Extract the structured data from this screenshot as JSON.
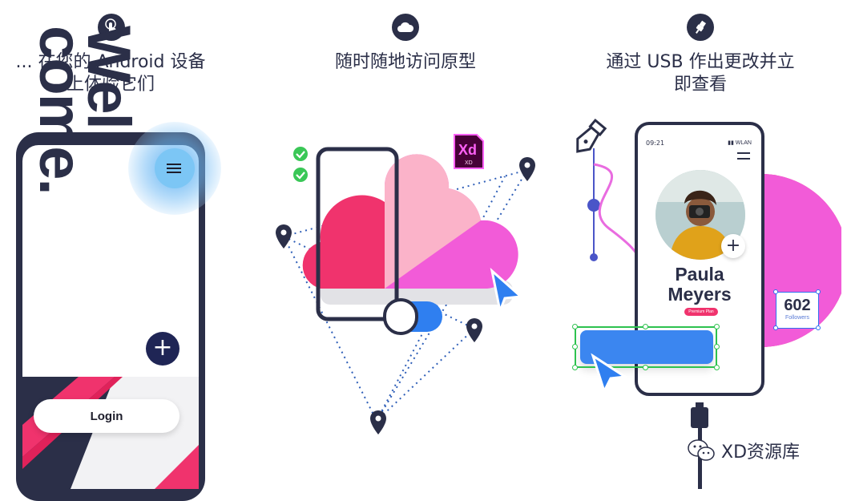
{
  "columns": [
    {
      "icon": "touch-icon",
      "caption_line1": "... 在您的 Android 设备",
      "caption_line2": "上体验它们"
    },
    {
      "icon": "cloud-icon",
      "caption_line1": "随时随地访问原型",
      "caption_line2": ""
    },
    {
      "icon": "usb-icon",
      "caption_line1": "通过 USB 作出更改并立",
      "caption_line2": "即查看"
    }
  ],
  "panel1": {
    "welcome_text": "Wel\ncome.",
    "login_label": "Login"
  },
  "panel2": {
    "xd_badge_main": "Xd",
    "xd_badge_sub": "XD"
  },
  "panel3": {
    "status_time": "09:21",
    "status_network": "WLAN",
    "profile_first": "Paula",
    "profile_last": "Meyers",
    "plan_badge": "Premium Plan",
    "followers_count": "602",
    "followers_label": "Followers"
  },
  "watermark": {
    "text": "XD资源库",
    "icon": "wechat-icon"
  },
  "colors": {
    "navy": "#2b2f48",
    "pink": "#f0336d",
    "magenta": "#f25bd8",
    "blue": "#3b86f0",
    "green": "#2ec24f"
  }
}
